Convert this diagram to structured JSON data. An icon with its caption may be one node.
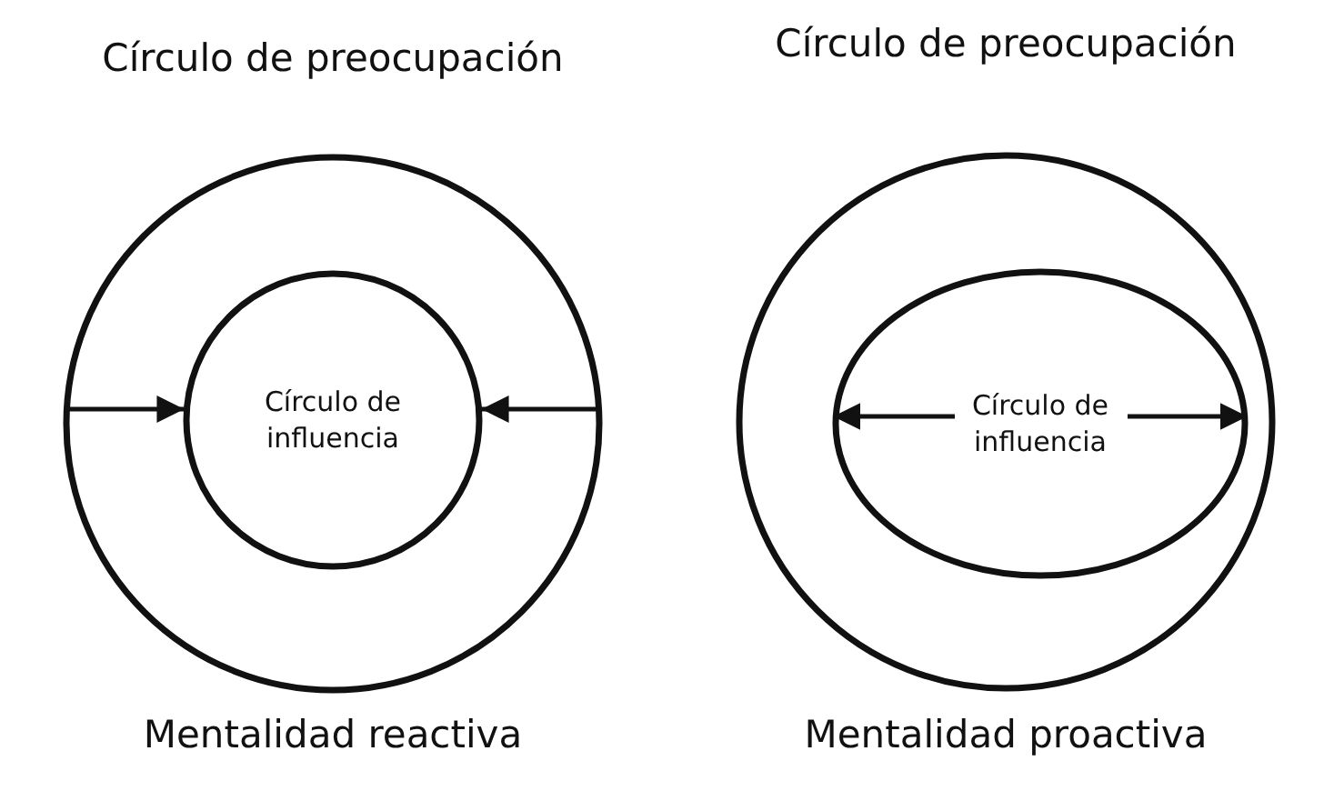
{
  "diagram": {
    "nodes": [
      {
        "text": [
          "Círculo de preocupación"
        ],
        "beside": [
          "Mentalidad reactiva"
        ]
      },
      {
        "text": [
          "Círculo de influencia"
        ],
        "in": 0
      },
      {
        "text": [
          "Círculo de preocupación"
        ],
        "beside": [
          "Mentalidad proactiva"
        ]
      },
      {
        "text": [
          "Círculo de influencia"
        ],
        "in": 2
      }
    ],
    "edges": [
      {
        "from": null,
        "to": 1,
        "arrow": "to"
      },
      {
        "from": null,
        "to": 1,
        "arrow": "to"
      },
      {
        "from": null,
        "to": 3,
        "arrow": "to"
      },
      {
        "from": null,
        "to": 3,
        "arrow": "to"
      }
    ]
  }
}
